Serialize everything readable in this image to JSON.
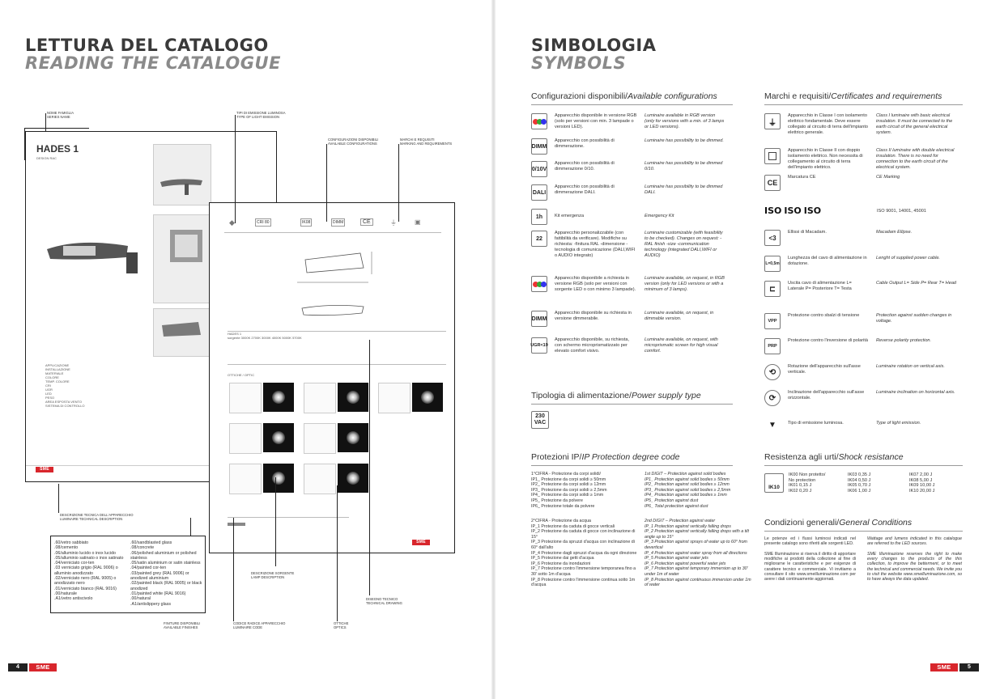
{
  "left": {
    "title_it": "LETTURA DEL CATALOGO",
    "title_en": "READING THE CATALOGUE",
    "product_name": "HADES 1",
    "product_code": "DESIGN RAC",
    "callouts": {
      "family": "NOME FAMIGLIA\nSERIES NAME",
      "emission": "TIPI DI EMISSIONE LUMINOSA\nTYPE OF LIGHT EMISSION",
      "configs": "CONFIGURAZIONI DISPONIBILI\nAVAILABLE CONFIGURATIONS",
      "marks": "MARCHI E REQUISITI\nMARKING AND REQUIREMENTS",
      "tech_desc": "DESCRIZIONE TECNICA DELL'APPARECCHIO\nLUMINAIRE TECHNICAL DESCRIPTION",
      "source_desc": "DESCRIZIONE SORGENTE\nLAMP DESCRIPTION",
      "drawing": "DISEGNO TECNICO\nTECHNICAL DRAWING",
      "finishes": "FINITURE DISPONIBILI\nAVAILABLE FINISHES",
      "code": "CODICE RADICE APPARECCHIO\nLUMINAIRE CODE",
      "optics": "OTTICHE\nOPTICS"
    },
    "finishes_it": ".60/vetro sabbiato\n.08/cemento\n.06/alluminio lucido o inox lucido\n.05/alluminio satinato o inox satinato\n.04/verniciato cor-ten\n.03 verniciato grigio (RAL 9006) o alluminio anodizzato\n.02/verniciato nero (RAL 9005) o anodizzato nero\n.01/verniciato bianco (RAL 9016)\n.00/naturale\n.A1/vetro antiscivolo",
    "finishes_en": ".60/sandblasted glass\n.08/concrete\n.06/polished aluminium or polished stainless\n.05/satin aluminium or satin stainless\n.04/painted cor-ten\n.03/painted grey (RAL 9006) or anodized aluminium\n.02/painted black (RAL 9005) or black anodized\n.01/painted white (RAL 9016)\n.00/natural\n.A1/antislippery glass",
    "page_number": "4",
    "brand": "SME"
  },
  "right": {
    "title_it": "SIMBOLOGIA",
    "title_en": "SYMBOLS",
    "configs_title_it": "Configurazioni disponibili/",
    "configs_title_en": "Available configurations",
    "configs": [
      {
        "icon": "RGB",
        "it": "Apparecchio disponibile in versione RGB (solo per versioni con min. 3 lampade o versioni LED).",
        "en": "Luminaire available in RGB version (only for versions with a min. of 3 lamps or LED versions)."
      },
      {
        "icon": "DIMM",
        "it": "Apparecchio con possibilità di dimmerazione.",
        "en": "Luminaire has possibility to be dimmed."
      },
      {
        "icon": "0/10V",
        "it": "Apparecchio con possibilità di dimmerazione 0/10.",
        "en": "Luminaire has possibility to be dimmed 0/10."
      },
      {
        "icon": "DALI",
        "it": "Apparecchio con possibilità di dimmerazione DALI.",
        "en": "Luminaire has possibility to be dimmed DALI."
      },
      {
        "icon": "1h",
        "it": "Kit emergenza",
        "en": "Emergency Kit"
      },
      {
        "icon": "22",
        "it": "Apparecchio personalizzabile (con fattibilità da verificare). Modifiche su richiesta: -finitura RAL -dimensione -tecnologia di comunicazione (DALI,WIFI o AUDIO integrato)",
        "en": "Luminaire customizable (with feasibility to be checked). Changes on request: -RAL finish -size -communication technology (integrated DALI,WIFI or AUDIO)"
      },
      {
        "icon": "RGB",
        "it": "Apparecchio disponibile a richiesta in versione RGB (solo per versioni con sorgente LED o con minimo 3 lampade).",
        "en": "Luminaire available, on request, in RGB version (only for LED versions or with a minimum of 3 lamps)."
      },
      {
        "icon": "DIMM",
        "it": "Apparecchio disponibile su richiesta in versione dimmerabile.",
        "en": "Luminaire available, on request, in dimmable version."
      },
      {
        "icon": "UGR<19",
        "it": "Apparecchio disponibile, su richiesta, con schermo microprismatizzato per elevato comfort visivo.",
        "en": "Luminaire available, on request, with microprismatic screen for high visual comfort."
      }
    ],
    "power_title_it": "Tipologia di alimentazione/",
    "power_title_en": "Power supply type",
    "power_icon": "230 VAC",
    "marks_title_it": "Marchi e requisiti/",
    "marks_title_en": "Certificates and requirements",
    "marks": [
      {
        "icon": "class1",
        "it": "Apparecchio in Classe I con isolamento elettrico fondamentale. Deve essere collegato al circuito di terra dell'impianto elettrico generale.",
        "en": "Class I luminaire with basic electrical insulation. It must be connected to the earth circuit of the general electrical system."
      },
      {
        "icon": "class2",
        "it": "Apparecchio in Classe II con doppio isolamento elettrico. Non necessita di collegamento al circuito di terra dell'impianto elettrico.",
        "en": "Class II luminaire with double electrical insulation. There is no need for connection to the earth circuit of the electrical system."
      },
      {
        "icon": "CE",
        "it": "Marcatura CE",
        "en": "CE Marking"
      },
      {
        "icon": "ISO",
        "it": "",
        "en": "ISO 9001, 14001, 45001"
      },
      {
        "icon": "<3",
        "it": "Ellissi di Macadam.",
        "en": "Macadam Ellipse."
      },
      {
        "icon": "L=0,5m",
        "it": "Lunghezza del cavo di alimentazione in dotazione.",
        "en": "Lenght of supplied power cable."
      },
      {
        "icon": "cable",
        "it": "Uscita cavo di alimentazione L= Laterale P= Posteriore T= Testa",
        "en": "Cable Output L= Side P= Rear T= Head"
      },
      {
        "icon": "VPP",
        "it": "Protezione contro sbalzi di tensione",
        "en": "Protection against sudden changes in voltage."
      },
      {
        "icon": "PRP",
        "it": "Protezione contro l'inversione di polarità",
        "en": "Reverse polarity protection."
      },
      {
        "icon": "rot-v",
        "it": "Rotazione dell'apparecchio sull'asse verticale.",
        "en": "Luminaire rotation on vertical axis."
      },
      {
        "icon": "rot-h",
        "it": "Inclinazione dell'apparecchio sull'asse orizzontale.",
        "en": "Luminaire inclination on horizontal axis."
      },
      {
        "icon": "beam",
        "it": "Tipo di emissione luminosa.",
        "en": "Type of light emission."
      }
    ],
    "ip_title_it": "Protezioni IP/",
    "ip_title_en": "IP Protection degree code",
    "ip_it_1": "1°CIFRA - Protezione da corpi solidi/\nIP1_  Protezione da corpi solidi ≥ 50mm\nIP2_  Protezione da corpi solidi ≥ 12mm\nIP3_  Protezione da corpi solidi ≥ 2,5mm\nIP4_  Protezione da corpi solidi ≥ 1mm\nIP5_  Protezione da polvere\nIP6_  Protezione totale da polvere",
    "ip_en_1": "1st DIGIT – Protection against solid bodies\nIP1_  Protection against solid bodies ≥ 50mm\nIP2_  Protection against solid bodies ≥ 12mm\nIP3_  Protection against solid bodies ≥ 2,5mm\nIP4_  Protection against solid bodies ≥ 1mm\nIP5_  Protection against dust\nIP6_  Total protection against dust",
    "ip_it_2": "2°CIFRA - Protezione da acqua\nIP_1  Protezione da caduta di gocce verticali\nIP_2  Protezione da caduta di gocce con inclinazione di 15°\nIP_3  Protezione da spruzzi d'acqua con inclinazione di 60° dall'alto\nIP_4  Protezione dagli spruzzi d'acqua da ogni direzione\nIP_5  Protezione dai getti d'acqua\nIP_6  Protezione da inondazioni\nIP_7  Protezione contro l'immersione temporanea fino a 30' sotto 1m d'acqua\nIP_8  Protezione contro l'immersione continua sotto 1m d'acqua",
    "ip_en_2": "2nd DIGIT – Protection against water\nIP_1  Protection against vertically falling drops\nIP_2  Protection against vertically falling drops with a tilt angle up to 15°\nIP_3  Protection against sprays of water up to 60° from devertical\nIP_4  Protection against water spray from all directions\nIP_5  Protection against water jets\nIP_6  Protection against powerful water jets\nIP_7  Protection against temporary immersion up to 30' under 1m of water\nIP_8  Protection against continuous immersion under 1m of water",
    "ik_title_it": "Resistenza agli urti/",
    "ik_title_en": "Shock resistance",
    "ik_icon": "IK10",
    "ik_col1": "IK00  Non protetto/\n           No protection\nIK01  0,15 J\nIK02  0,20 J",
    "ik_col2": "IK03  0,35 J\nIK04  0,50 J\nIK05  0,70 J\nIK06  1,00 J",
    "ik_col3": "IK07  2,00 J\nIK08  5,00 J\nIK09  10,00 J\nIK10  20,00 J",
    "cond_title_it": "Condizioni generali/",
    "cond_title_en": "General Conditions",
    "cond_it": "Le potenze ed i flussi luminosi indicati nel presente catalogo sono riferiti alle sorgenti LED.\n\nSME Illuminazione si riserva il diritto di apportare modifiche ai prodotti della collezione al fine di migliorarne le caratteristiche e per esigenze di carattere tecnico e commerciale. Vi invitiamo a consultare il sito www.smeilluminazione.com per avere i dati continuamente aggiornati.",
    "cond_en": "Wattage and lumens indicated in this catalogue are referred to the LED sources.\n\nSME Illuminazione reserves the right to make every changes to the products of the this collection, to improve the betterment, or to meet the technical and commercial needs. We invite you to visit the website www.smeilluminazione.com, so to have always the data updated.",
    "page_number": "5",
    "brand": "SME"
  }
}
